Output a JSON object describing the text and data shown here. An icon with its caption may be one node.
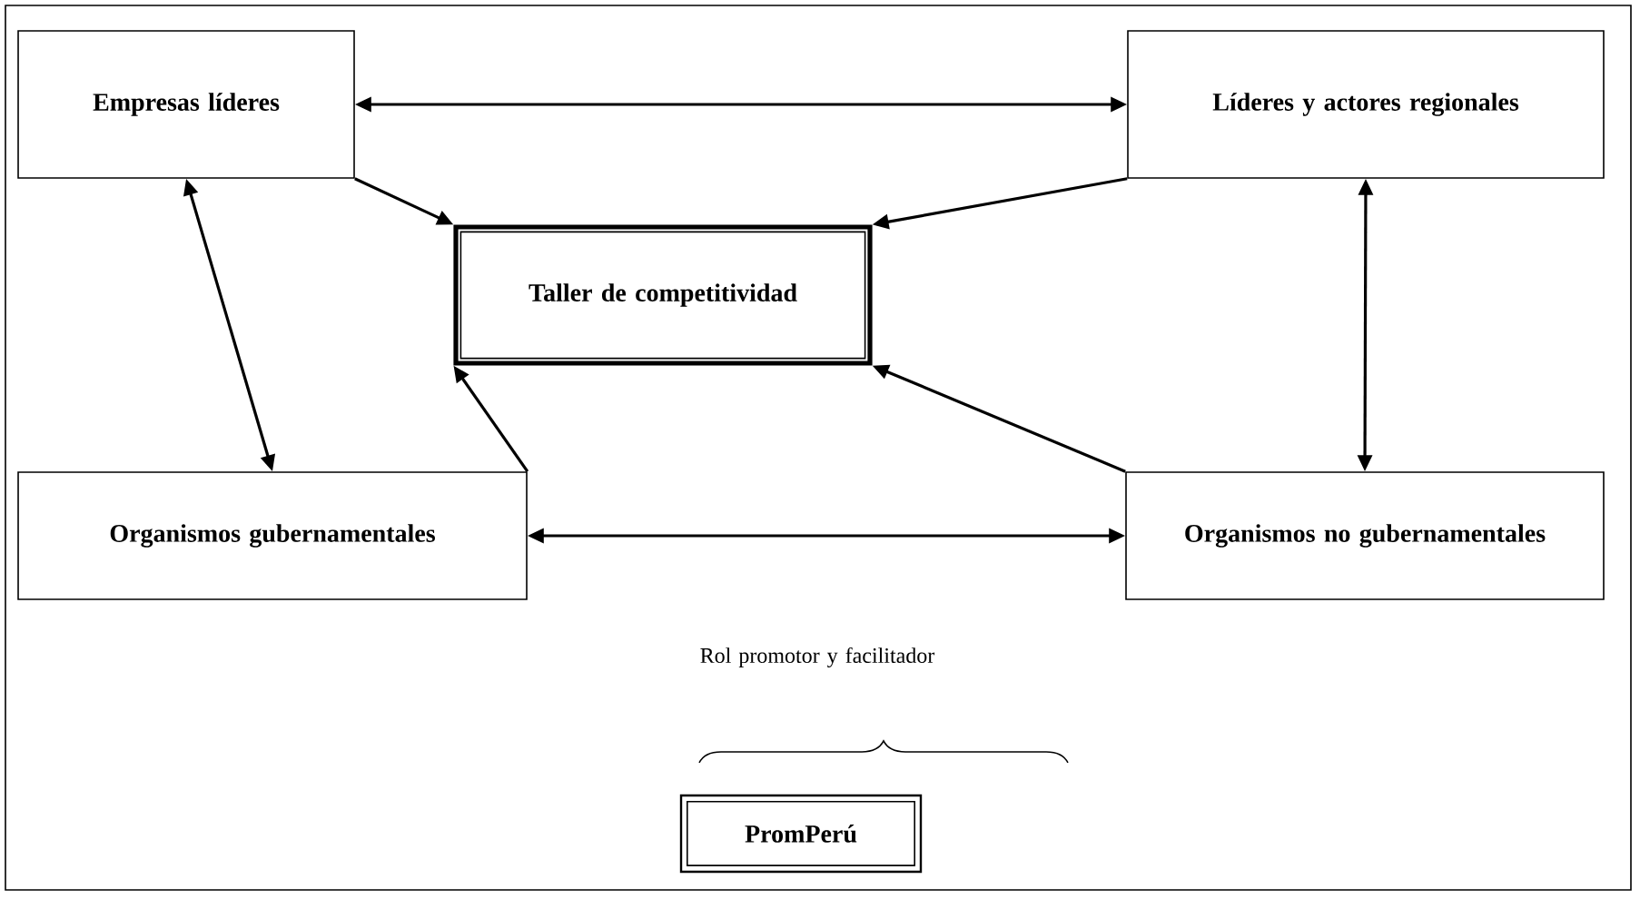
{
  "diagram": {
    "nodes": [
      {
        "text": [
          "Empresas líderes"
        ]
      },
      {
        "text": [
          "Líderes y actores regionales"
        ]
      },
      {
        "text": [
          "Taller de competitividad"
        ]
      },
      {
        "text": [
          "Organismos gubernamentales"
        ]
      },
      {
        "text": [
          "Organismos no gubernamentales"
        ]
      },
      {
        "text": [
          "PromPerú"
        ]
      }
    ],
    "edges": [
      {
        "from": 0,
        "to": 1,
        "arrow": "both"
      },
      {
        "from": 0,
        "to": 2,
        "arrow": "to"
      },
      {
        "from": 1,
        "to": 2,
        "arrow": "to"
      },
      {
        "from": 0,
        "to": 3,
        "arrow": "both"
      },
      {
        "from": 1,
        "to": 4,
        "arrow": "both"
      },
      {
        "from": 3,
        "to": 2,
        "arrow": "to"
      },
      {
        "from": 4,
        "to": 2,
        "arrow": "to"
      },
      {
        "from": 3,
        "to": 4,
        "arrow": "both"
      }
    ],
    "labels": [
      "Rol promotor y facilitador"
    ]
  }
}
